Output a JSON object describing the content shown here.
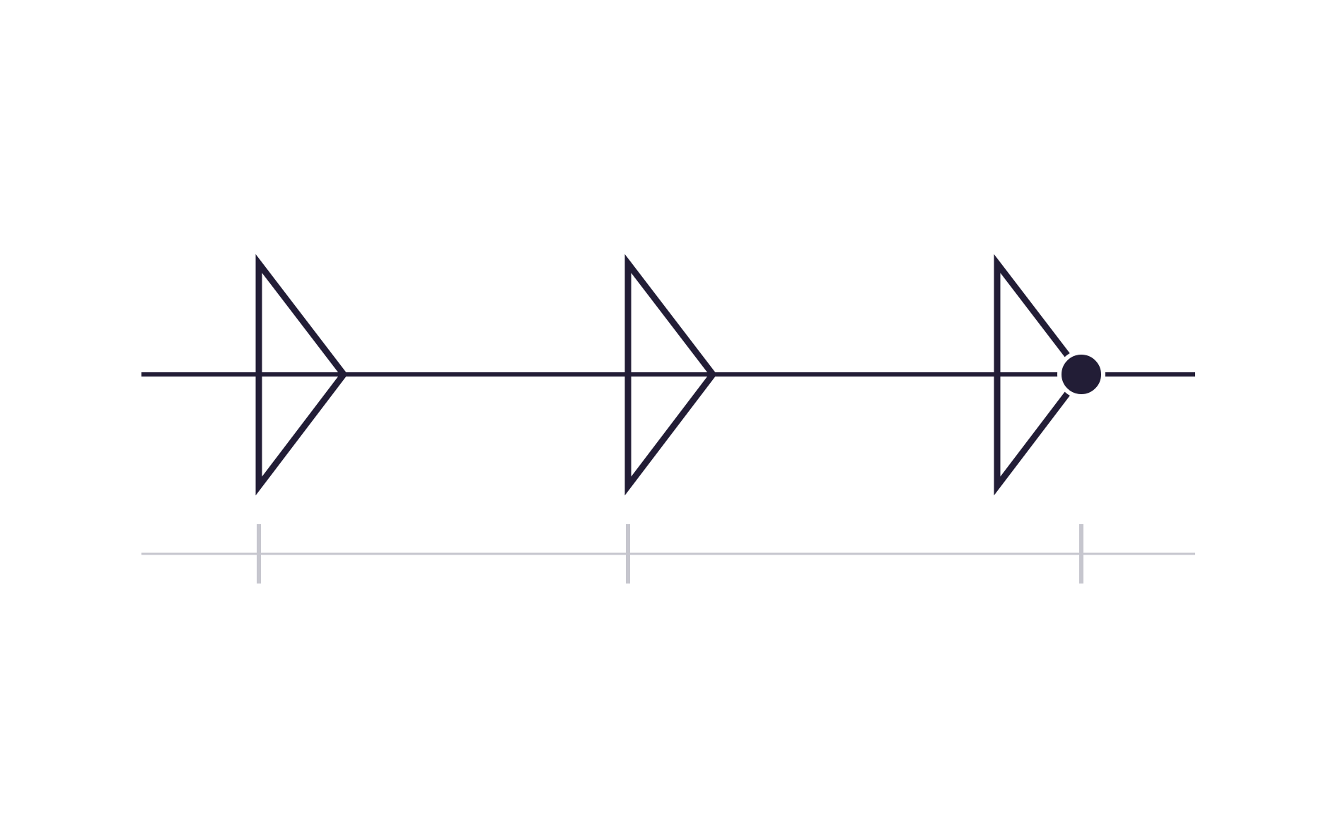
{
  "diagram": {
    "colors": {
      "background": "#ffffff",
      "stroke": "#221d36",
      "track": "#c6c6ce"
    },
    "markers": [
      {
        "id": "marker-1",
        "icon": "triangle-icon",
        "shape": "triangle"
      },
      {
        "id": "marker-2",
        "icon": "triangle-icon",
        "shape": "triangle"
      },
      {
        "id": "marker-3",
        "icon": "triangle-icon",
        "shape": "triangle"
      }
    ],
    "position_handle": {
      "icon": "dot-icon"
    },
    "track_ticks": [
      {
        "id": "tick-1"
      },
      {
        "id": "tick-2"
      },
      {
        "id": "tick-3"
      }
    ]
  }
}
